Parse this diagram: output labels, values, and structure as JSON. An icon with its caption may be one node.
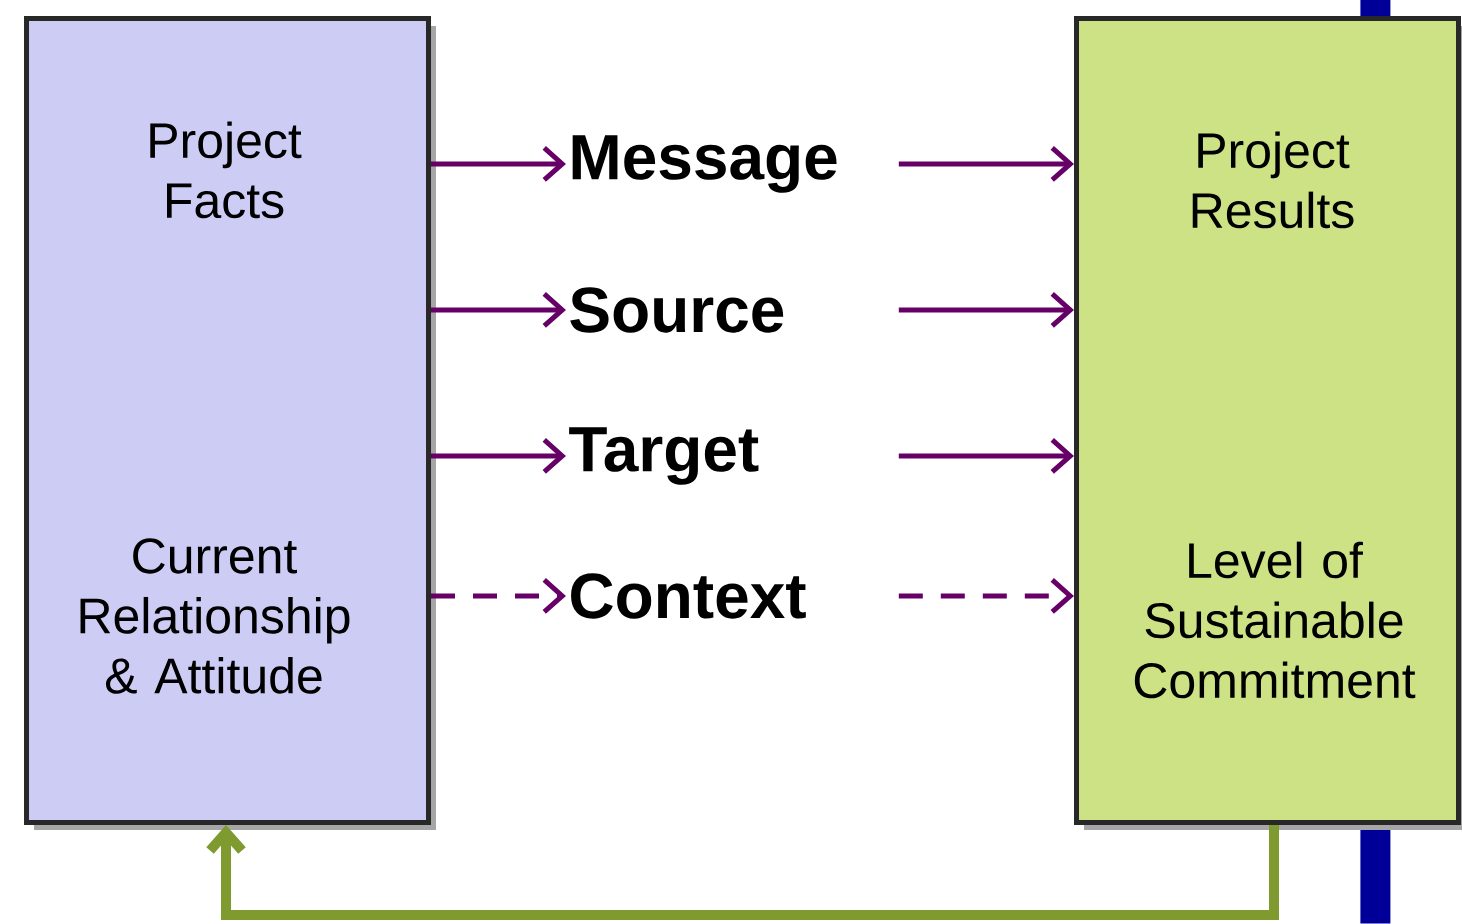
{
  "diagram": {
    "nodes": [
      {
        "text": [
          "Project Facts",
          "Current Relationship & Attitude"
        ]
      },
      {
        "text": [
          "Project Results",
          "Level of Sustainable Commitment"
        ]
      },
      {
        "text": [
          "Message"
        ]
      },
      {
        "text": [
          "Source"
        ]
      },
      {
        "text": [
          "Target"
        ]
      },
      {
        "text": [
          "Context"
        ]
      },
      {
        "text": [],
        "shape": "bar"
      }
    ],
    "edges": [
      {
        "from": 0,
        "to": 2,
        "arrow": "to"
      },
      {
        "from": 2,
        "to": 1,
        "arrow": "to"
      },
      {
        "from": 0,
        "to": 3,
        "arrow": "to"
      },
      {
        "from": 3,
        "to": 1,
        "arrow": "to"
      },
      {
        "from": 0,
        "to": 4,
        "arrow": "to"
      },
      {
        "from": 4,
        "to": 1,
        "arrow": "to"
      },
      {
        "from": 0,
        "to": 5,
        "arrow": "to",
        "style": "dashed"
      },
      {
        "from": 5,
        "to": 1,
        "arrow": "to",
        "style": "dashed"
      },
      {
        "from": 1,
        "to": 0,
        "arrow": "to",
        "style": "thick",
        "color": "#7f9a2e"
      }
    ]
  }
}
